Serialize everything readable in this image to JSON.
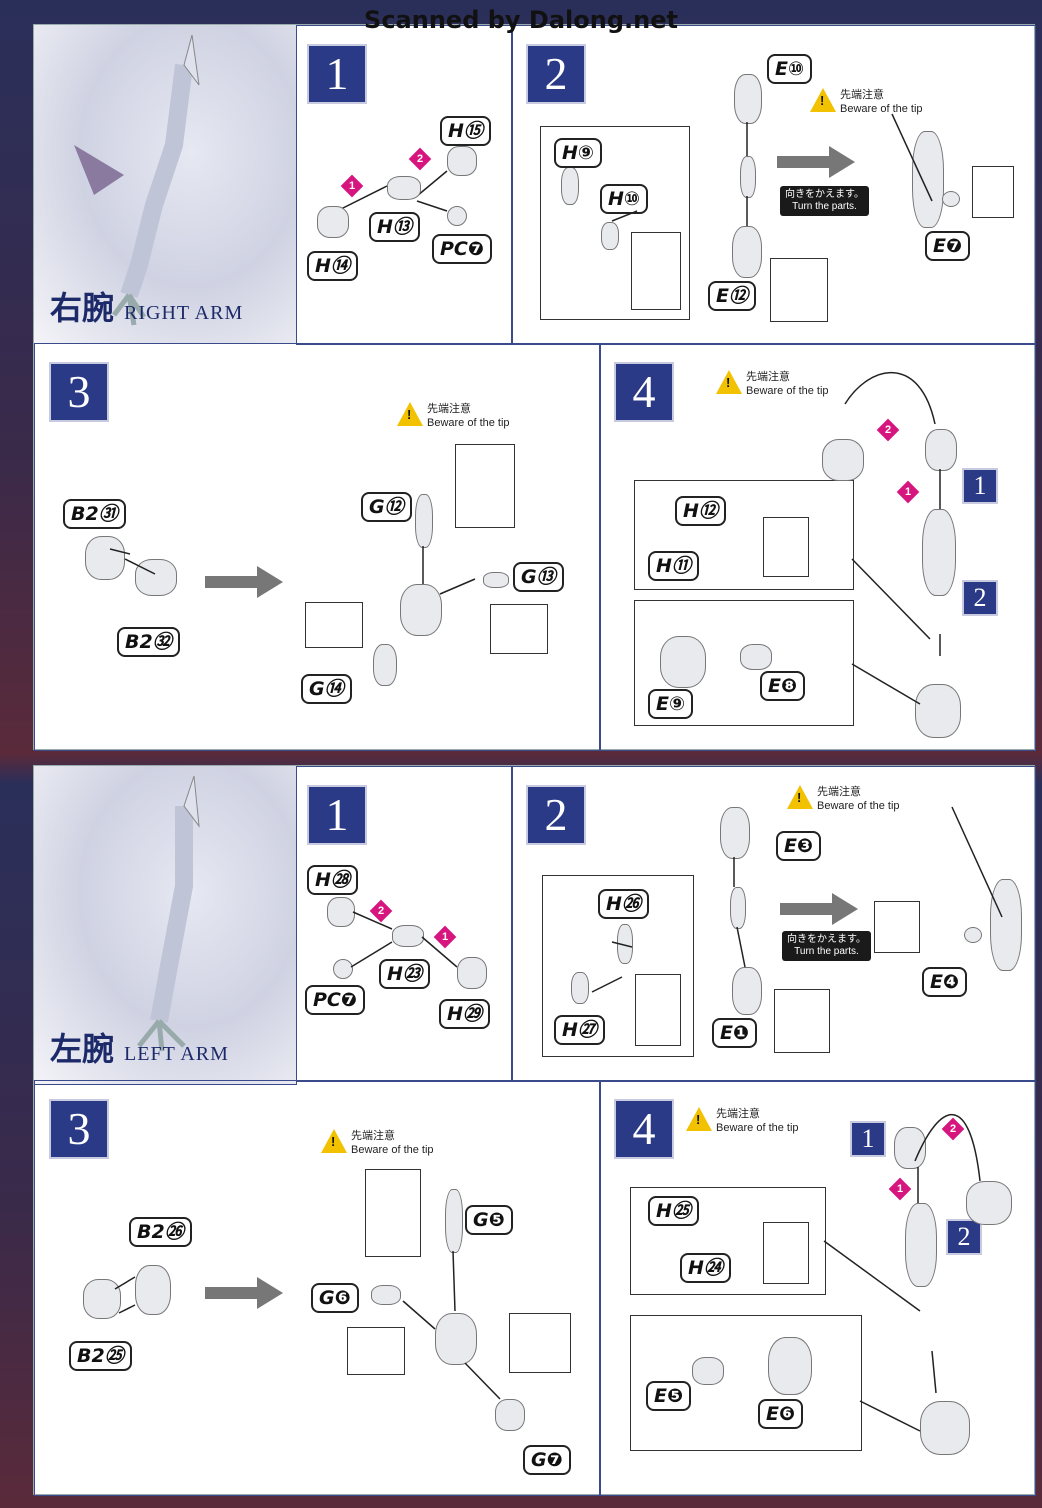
{
  "watermark": "Scanned by Dalong.net",
  "caution": {
    "jp": "先端注意",
    "en": "Beware of the tip"
  },
  "turn": {
    "jp": "向きをかえます。",
    "en": "Turn the parts."
  },
  "right": {
    "title_jp": "右腕",
    "title_en": "RIGHT ARM",
    "steps": [
      "1",
      "2",
      "3",
      "4"
    ],
    "step1": {
      "parts": [
        "H⑮",
        "H⑬",
        "H⑭",
        "PC❼"
      ],
      "order": [
        "1",
        "2"
      ]
    },
    "step2": {
      "parts": [
        "E⑩",
        "H⑨",
        "H⑩",
        "E⑫",
        "E❼"
      ]
    },
    "step3": {
      "parts": [
        "B2㉛",
        "B2㉜",
        "G⑫",
        "G⑬",
        "G⑭"
      ]
    },
    "step4": {
      "parts": [
        "H⑫",
        "H⑪",
        "E⑨",
        "E❽"
      ],
      "sub": [
        "1",
        "2"
      ],
      "order": [
        "1",
        "2"
      ]
    }
  },
  "left": {
    "title_jp": "左腕",
    "title_en": "LEFT ARM",
    "steps": [
      "1",
      "2",
      "3",
      "4"
    ],
    "step1": {
      "parts": [
        "H㉘",
        "H㉓",
        "PC❼",
        "H㉙"
      ],
      "order": [
        "1",
        "2"
      ]
    },
    "step2": {
      "parts": [
        "E❸",
        "H㉖",
        "H㉗",
        "E❶",
        "E❹"
      ]
    },
    "step3": {
      "parts": [
        "B2㉖",
        "B2㉕",
        "G❺",
        "G❻",
        "G❼"
      ]
    },
    "step4": {
      "parts": [
        "H㉕",
        "H㉔",
        "E❺",
        "E❻"
      ],
      "sub": [
        "1",
        "2"
      ],
      "order": [
        "1",
        "2"
      ]
    }
  }
}
